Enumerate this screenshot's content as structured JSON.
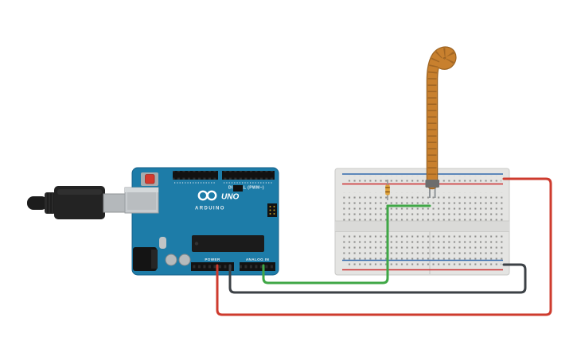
{
  "scene": {
    "background": "#ffffff"
  },
  "colors": {
    "board": "#1d7ca8",
    "board_edge": "#16618a",
    "wire_red": "#ce3b2e",
    "wire_green": "#3fa746",
    "wire_black": "#3c4146",
    "sensor_orange": "#c8802e",
    "sensor_shade": "#9c6322",
    "rail_red": "#cc2f2f",
    "rail_blue": "#3069ad",
    "resistor_body": "#e0a33c",
    "breadboard": "#e4e4e2"
  },
  "arduino": {
    "labels": {
      "digital": "DIGITAL (PWM~)",
      "uno": "UNO",
      "brand": "ARDUINO",
      "power": "POWER",
      "analog": "ANALOG IN"
    }
  }
}
